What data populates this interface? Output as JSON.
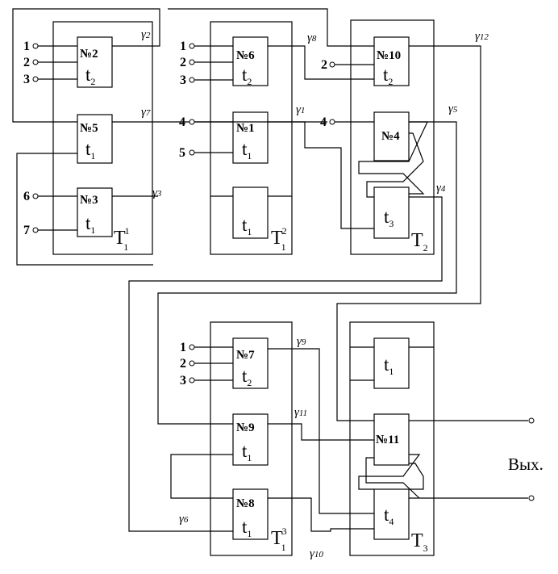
{
  "pins": {
    "p1_1": "1",
    "p1_2": "2",
    "p1_3": "3",
    "p1_6": "6",
    "p1_7": "7",
    "p2_1": "1",
    "p2_2": "2",
    "p2_3": "3",
    "p2_4": "4",
    "p2_5": "5",
    "p3_2": "2",
    "p3_4": "4",
    "p4_1": "1",
    "p4_2": "2",
    "p4_3": "3"
  },
  "elements": {
    "n2": "№2",
    "n5": "№5",
    "n3": "№3",
    "n6": "№6",
    "n1": "№1",
    "n10": "№10",
    "n4": "№4",
    "n7": "№7",
    "n9": "№9",
    "n8": "№8",
    "n11": "№11"
  },
  "delays": {
    "t": "t",
    "s1": "1",
    "s2": "2",
    "s3": "3",
    "s4": "4"
  },
  "gammas": {
    "g": "γ",
    "g2": "2",
    "g7": "7",
    "g3": "3",
    "g1": "1",
    "g8": "8",
    "g12": "12",
    "g5": "5",
    "g4": "4",
    "g9": "9",
    "g11": "11",
    "g6": "6",
    "g10": "10"
  },
  "modules": {
    "T": "T",
    "t1_sup": "1",
    "t1_sub": "1",
    "t12_sup": "2",
    "t12_sub": "1",
    "t2_sub": "2",
    "t13_sup": "3",
    "t13_sub": "1",
    "t3_sub": "3"
  },
  "output_label": "Вых."
}
